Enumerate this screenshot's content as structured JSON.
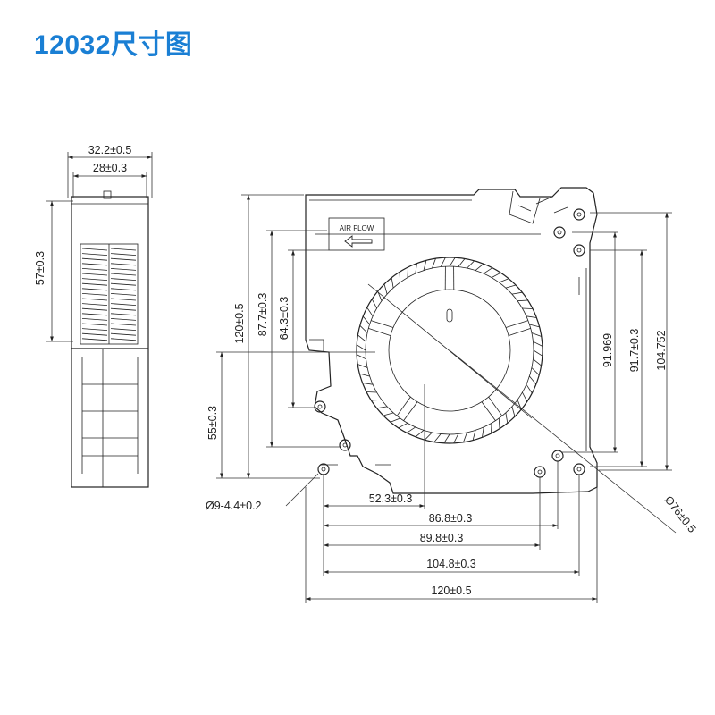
{
  "title": "12032尺寸图",
  "colors": {
    "title": "#1a7fd4",
    "line": "#222222"
  },
  "side_view": {
    "width_outer": "32.2±0.5",
    "width_inner": "28±0.3",
    "height_outlet": "57±0.3"
  },
  "front_view": {
    "air_flow_label": "AIR FLOW",
    "height_total": "120±0.5",
    "height_87": "87.7±0.3",
    "height_64": "64.3±0.3",
    "height_55": "55±0.3",
    "right_91969": "91.969",
    "right_917": "91.7±0.3",
    "right_104752": "104.752",
    "hole_dia": "Ø9-4.4±0.2",
    "impeller_dia": "Ø76±0.5",
    "width_52": "52.3±0.3",
    "width_868": "86.8±0.3",
    "width_898": "89.8±0.3",
    "width_1048": "104.8±0.3",
    "width_total": "120±0.5"
  }
}
